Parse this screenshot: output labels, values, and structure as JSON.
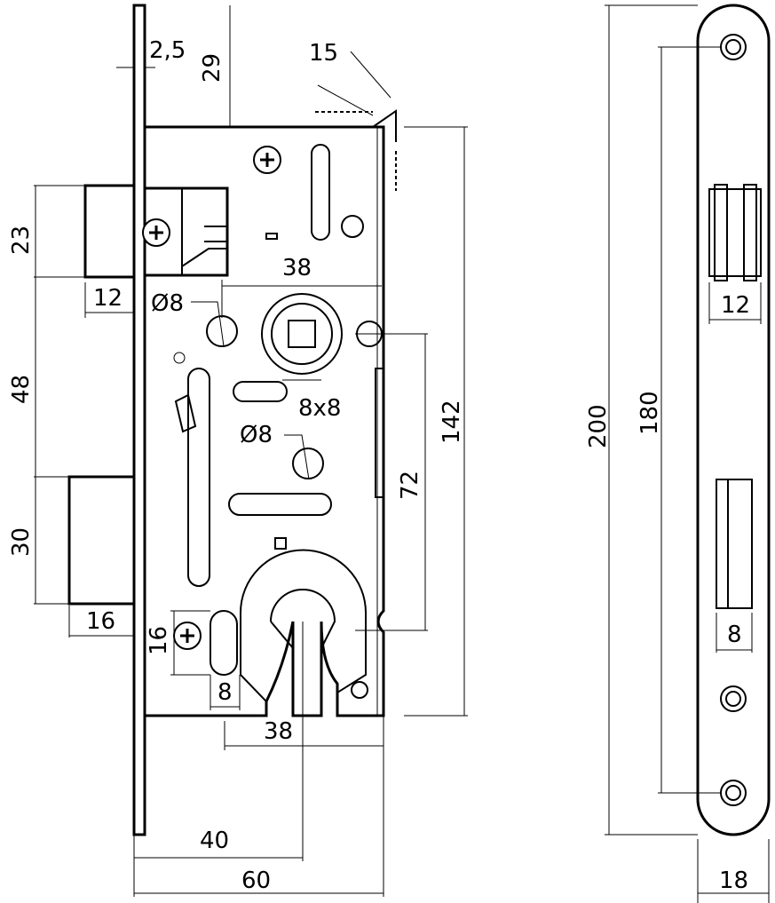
{
  "diagram": {
    "dimensions": {
      "faceplate_thickness": "2,5",
      "top_offset": "29",
      "bevel_angle": "15",
      "latch_height": "23",
      "latch_projection": "12",
      "latch_to_handle": "48",
      "deadbolt_height": "30",
      "deadbolt_projection": "16",
      "handle_backset": "38",
      "screw_hole_top": "Ø8",
      "spindle_square": "8x8",
      "screw_hole_mid": "Ø8",
      "case_height": "142",
      "handle_to_cylinder": "72",
      "small_slot_height": "16",
      "small_slot_width": "8",
      "cylinder_backset": "38",
      "width_to_cylinder": "40",
      "case_depth": "60",
      "strike_total": "200",
      "strike_hole_spacing": "180",
      "strike_latch_width": "12",
      "strike_bolt_width": "8",
      "strike_width": "18"
    },
    "icons": {
      "screw": "phillips-screw-icon"
    }
  }
}
